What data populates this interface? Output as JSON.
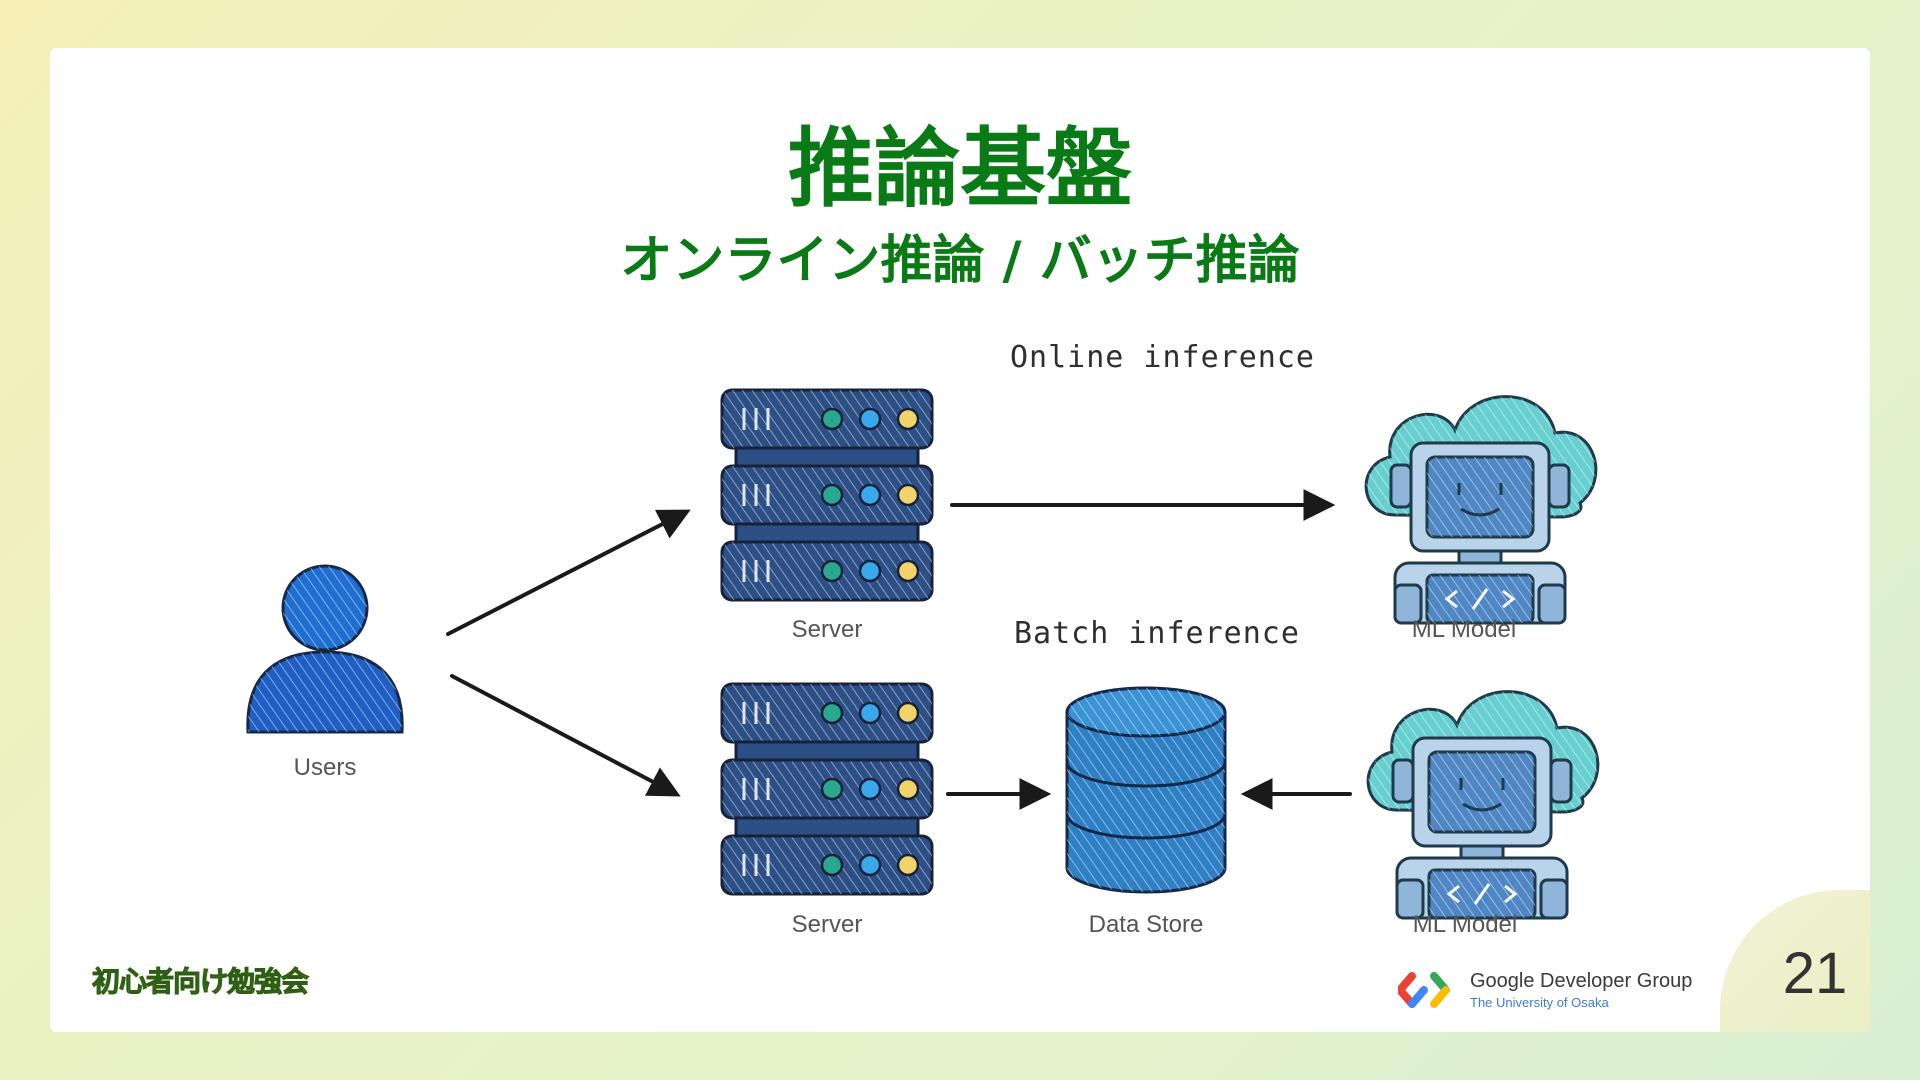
{
  "slide": {
    "title": "推論基盤",
    "subtitle": "オンライン推論 / バッチ推論",
    "page_number": "21"
  },
  "diagram": {
    "online_label": "Online inference",
    "batch_label": "Batch inference",
    "nodes": {
      "users": "Users",
      "server_online": "Server",
      "ml_model_online": "ML Model",
      "server_batch": "Server",
      "data_store": "Data Store",
      "ml_model_batch": "ML Model"
    }
  },
  "footer": {
    "study_logo": "初心者向け勉強会",
    "gdg_name": "Google Developer Group",
    "gdg_sub": "The University of Osaka"
  },
  "colors": {
    "title": "#0a7a16",
    "server": "#2c4f86",
    "user": "#1f6fd1",
    "database": "#2f7fc4",
    "robot_cloud": "#67cfcf"
  }
}
